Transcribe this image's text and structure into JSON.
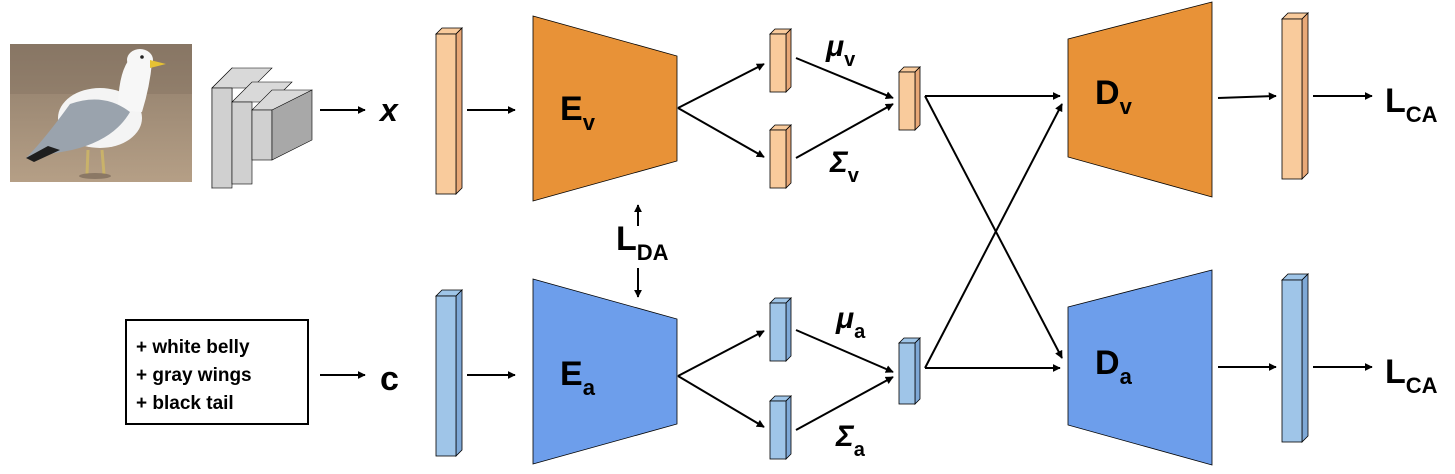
{
  "colors": {
    "visual": "#E89237",
    "visual_light": "#F9CB9C",
    "visual_light_side": "#E8A877",
    "attribute": "#6D9EEB",
    "attribute_light": "#9FC5E8",
    "attribute_light_side": "#7EA8D6",
    "cnn": "#BDBDBD",
    "cnn_face": "#D9D9D9",
    "cnn_side": "#A8A8A8",
    "stroke": "#000000"
  },
  "labels": {
    "x": "x",
    "c": "c",
    "ev": {
      "main": "E",
      "sub": "v"
    },
    "ea": {
      "main": "E",
      "sub": "a"
    },
    "dv": {
      "main": "D",
      "sub": "v"
    },
    "da": {
      "main": "D",
      "sub": "a"
    },
    "mu_v": {
      "main": "μ",
      "sub": "v"
    },
    "sigma_v": {
      "main": "Σ",
      "sub": "v"
    },
    "mu_a": {
      "main": "μ",
      "sub": "a"
    },
    "sigma_a": {
      "main": "Σ",
      "sub": "a"
    },
    "lda": {
      "main": "L",
      "sub": "DA"
    },
    "lca_top": {
      "main": "L",
      "sub": "CA"
    },
    "lca_bottom": {
      "main": "L",
      "sub": "CA"
    }
  },
  "attributes": [
    "+ white belly",
    "+ gray wings",
    "+ black tail"
  ],
  "image": {
    "icon": "seagull-photo"
  }
}
